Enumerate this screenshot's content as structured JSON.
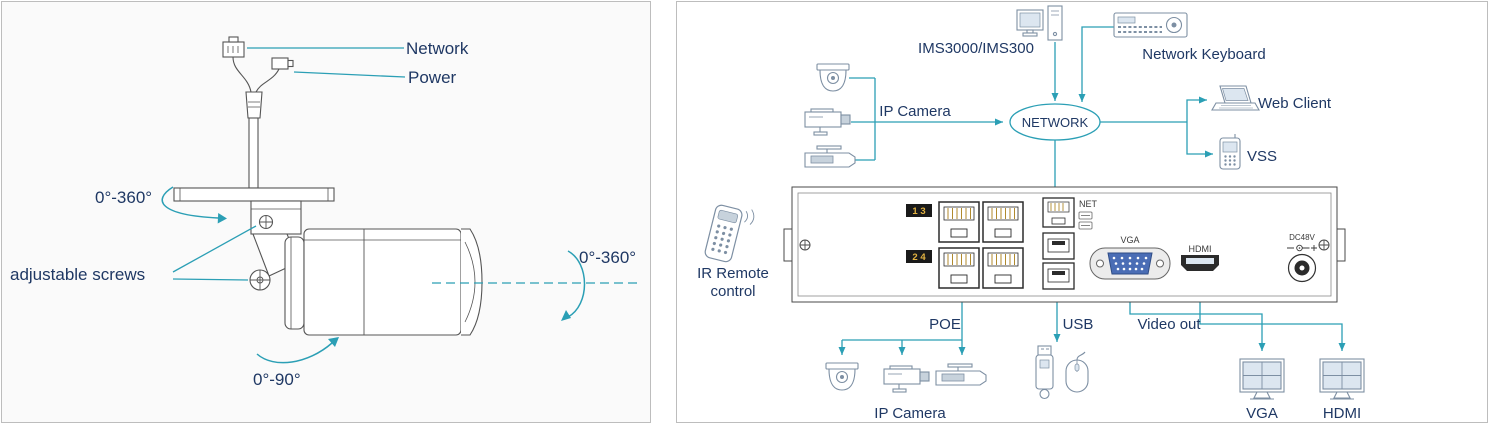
{
  "colors": {
    "line": "#2B9FB5",
    "text": "#1F3864",
    "vga_blue": "#4a6db5"
  },
  "left_panel": {
    "network_label": "Network",
    "power_label": "Power",
    "pan_rotation_label": "0°-360°",
    "adjustable_screws_label": "adjustable screws",
    "axial_rotation_label": "0°-360°",
    "tilt_rotation_label": "0°-90°"
  },
  "right_panel": {
    "ims_label": "IMS3000/IMS300",
    "network_keyboard_label": "Network Keyboard",
    "ip_camera_top_label": "IP Camera",
    "network_label": "NETWORK",
    "web_client_label": "Web Client",
    "vss_label": "VSS",
    "ir_remote_line1": "IR Remote",
    "ir_remote_line2": "control",
    "poe_label": "POE",
    "usb_label": "USB",
    "video_out_label": "Video out",
    "ip_camera_bottom_label": "IP Camera",
    "vga_monitor_label": "VGA",
    "hdmi_monitor_label": "HDMI",
    "nvr": {
      "port_numbers_top": "1 3",
      "port_numbers_bottom": "2 4",
      "net_label": "NET",
      "vga_label": "VGA",
      "hdmi_label": "HDMI",
      "dc_label": "DC48V"
    }
  }
}
